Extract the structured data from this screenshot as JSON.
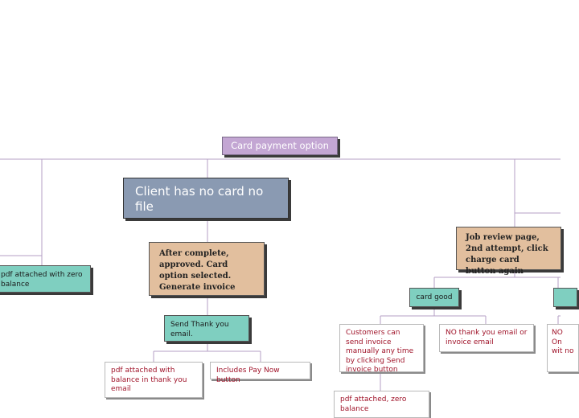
{
  "nodes": {
    "card_payment_option": "Card payment option",
    "client_no_card": "Client has no card no file",
    "after_complete": "After complete, approved. Card option selected. Generate invoice",
    "send_thank_you": "Send Thank you email.",
    "pdf_with_balance": "pdf attached with balance in thank you email",
    "includes_pay_now": "Includes Pay Now button",
    "pdf_zero_balance_left": "pdf attached with zero balance",
    "job_review_page": "Job review page, 2nd attempt, click charge card button again",
    "card_good": "card good",
    "customers_send_invoice": "Customers can send invoice manually any time by clicking Send invoice button",
    "no_thank_you": "NO thank you email or invoice email",
    "pdf_zero_balance_bottom": "pdf attached, zero balance",
    "right_edge_text": "NO On wit no"
  }
}
